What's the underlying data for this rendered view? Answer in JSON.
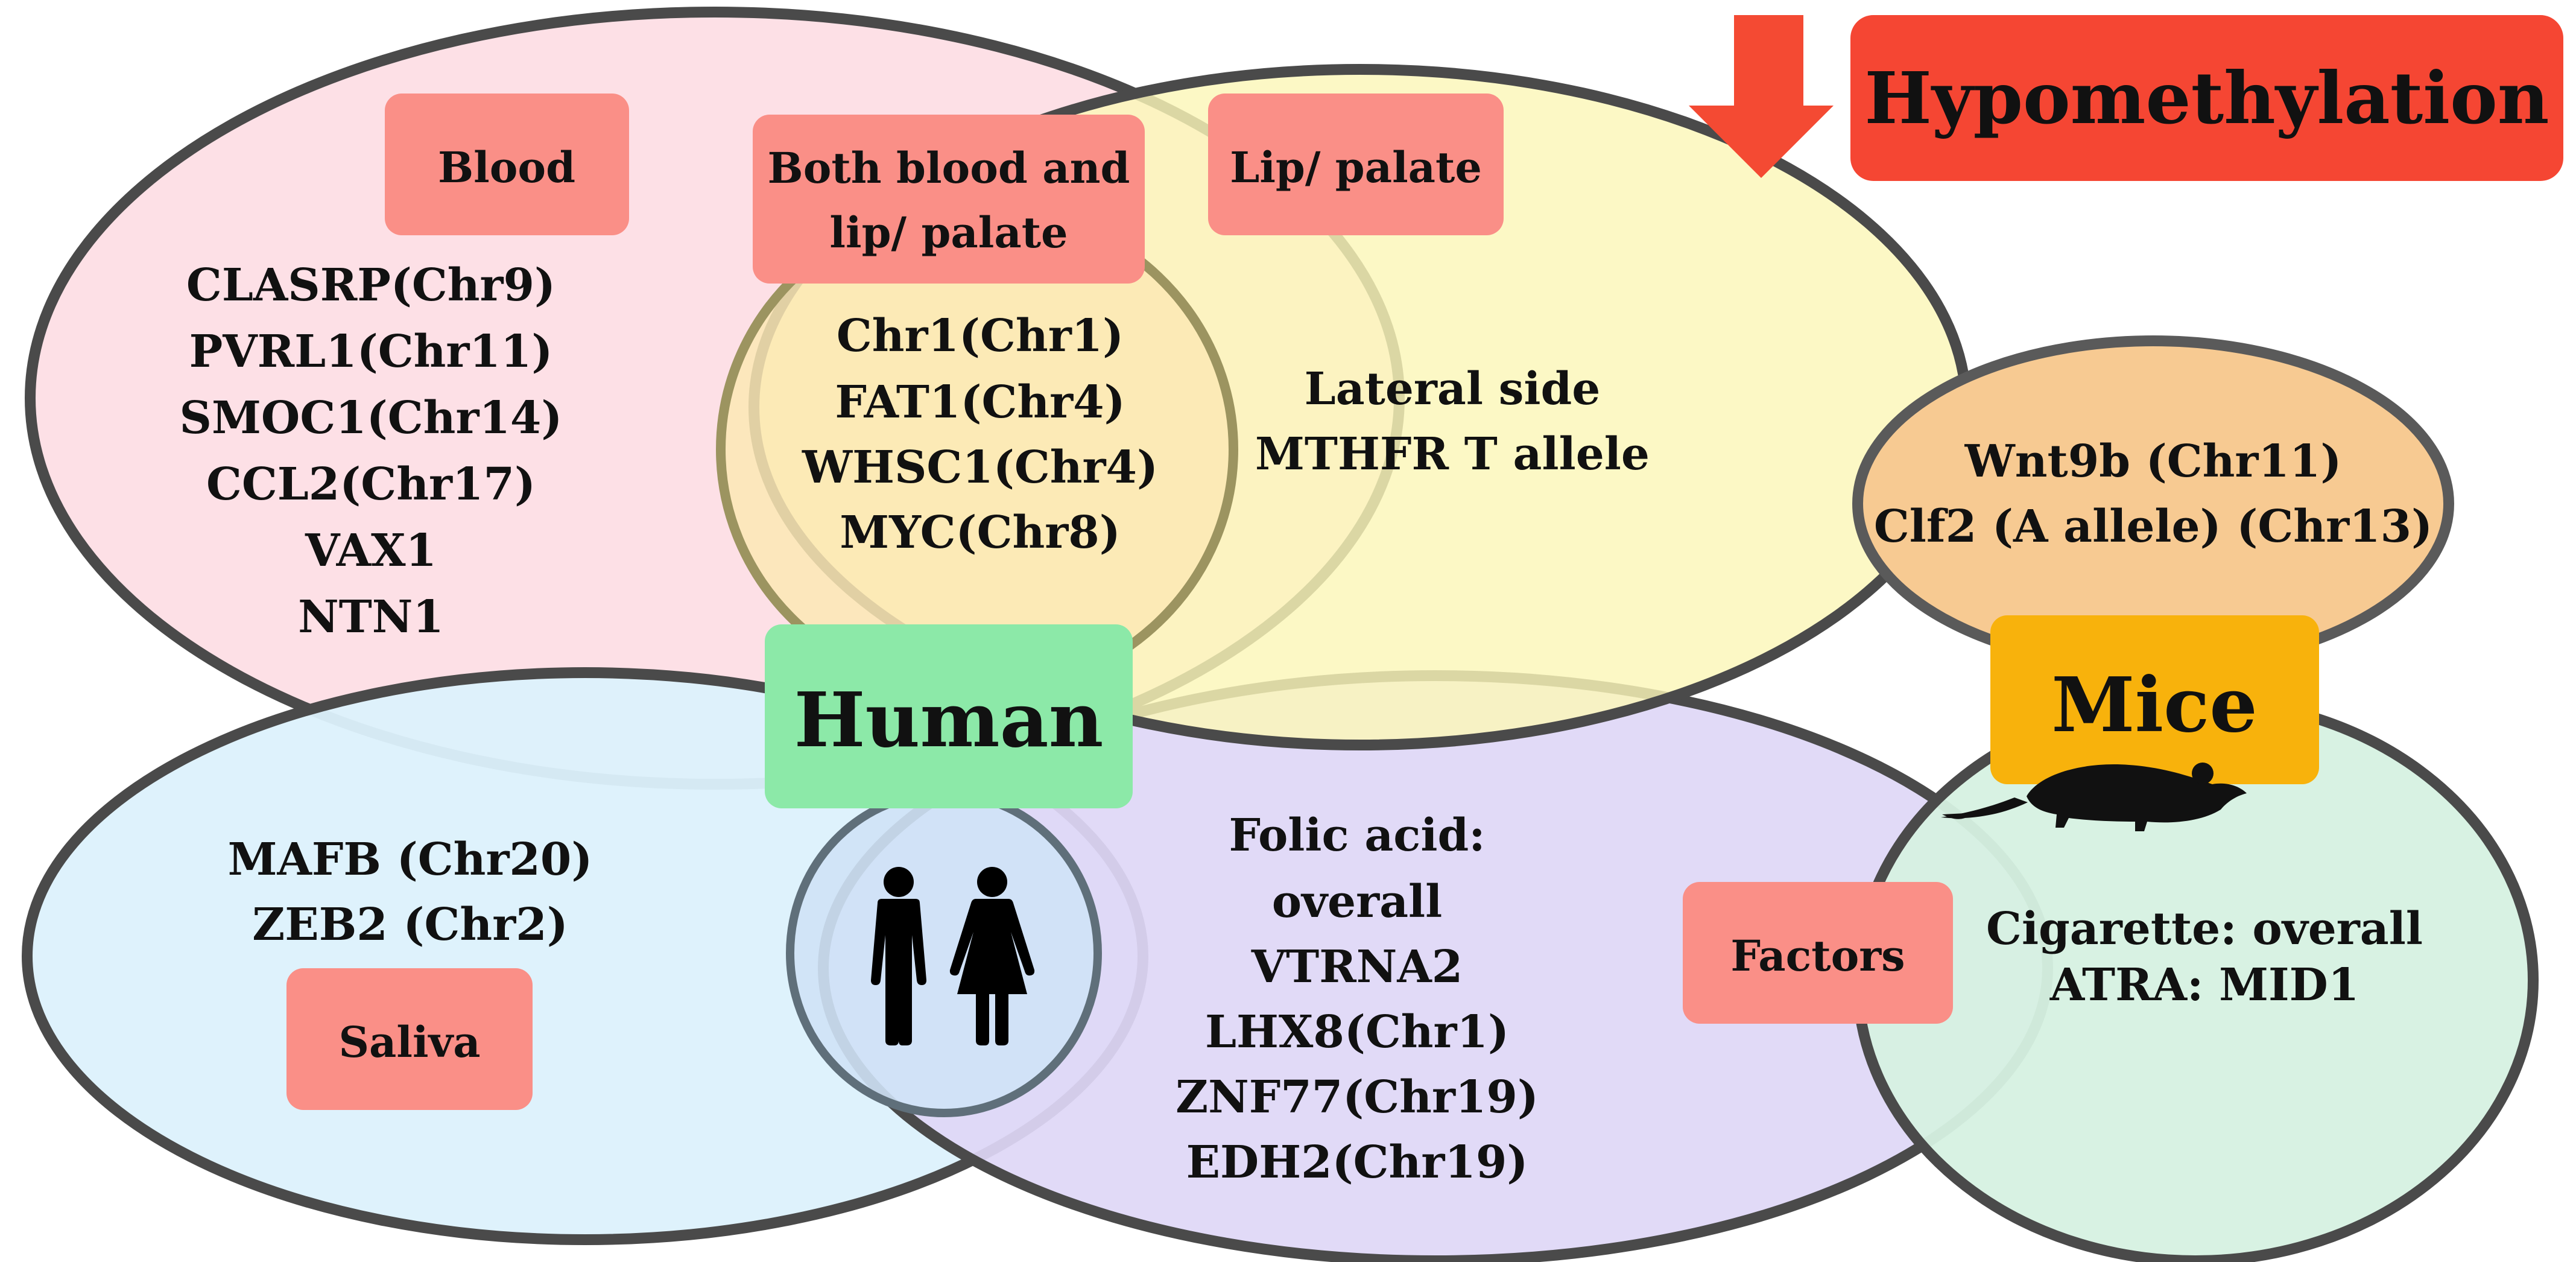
{
  "legend": {
    "label": "Hypomethylation",
    "arrow_icon": "down-arrow-icon",
    "arrow_color": "#f44a33",
    "box_color": "#f54633"
  },
  "human": {
    "title": "Human",
    "title_color": "#8ce9a8",
    "icon": "man-woman-icon",
    "blood": {
      "label": "Blood",
      "genes": [
        "CLASRP(Chr9)",
        "PVRL1(Chr11)",
        "SMOC1(Chr14)",
        "CCL2(Chr17)",
        "VAX1",
        "NTN1"
      ],
      "color": "#fde0e6"
    },
    "both": {
      "label_line1": "Both blood and",
      "label_line2": "lip/ palate",
      "genes": [
        "Chr1(Chr1)",
        "FAT1(Chr4)",
        "WHSC1(Chr4)",
        "MYC(Chr8)"
      ],
      "color": "#fce7b4"
    },
    "lip_palate": {
      "label": "Lip/ palate",
      "genes": [
        "Lateral side",
        "MTHFR T allele"
      ],
      "color": "#fbf6b8"
    },
    "saliva": {
      "label": "Saliva",
      "genes": [
        "MAFB (Chr20)",
        "ZEB2 (Chr2)"
      ],
      "color": "#dcf1fc"
    },
    "factors": {
      "genes": [
        "Folic acid:",
        "overall",
        "VTRNA2",
        "LHX8(Chr1)",
        "ZNF77(Chr19)",
        "EDH2(Chr19)"
      ],
      "color": "#ded7f6"
    }
  },
  "mice": {
    "title": "Mice",
    "title_color": "#f8b20c",
    "icon": "mouse-icon",
    "genes": {
      "items": [
        "Wnt9b (Chr11)",
        "Clf2 (A allele) (Chr13)"
      ],
      "color": "#f7ca92"
    },
    "factors": {
      "label": "Factors",
      "items": [
        "Cigarette: overall",
        "ATRA: MID1"
      ],
      "color": "#d6f1e1"
    }
  },
  "label_box_color": "#fa8f87"
}
